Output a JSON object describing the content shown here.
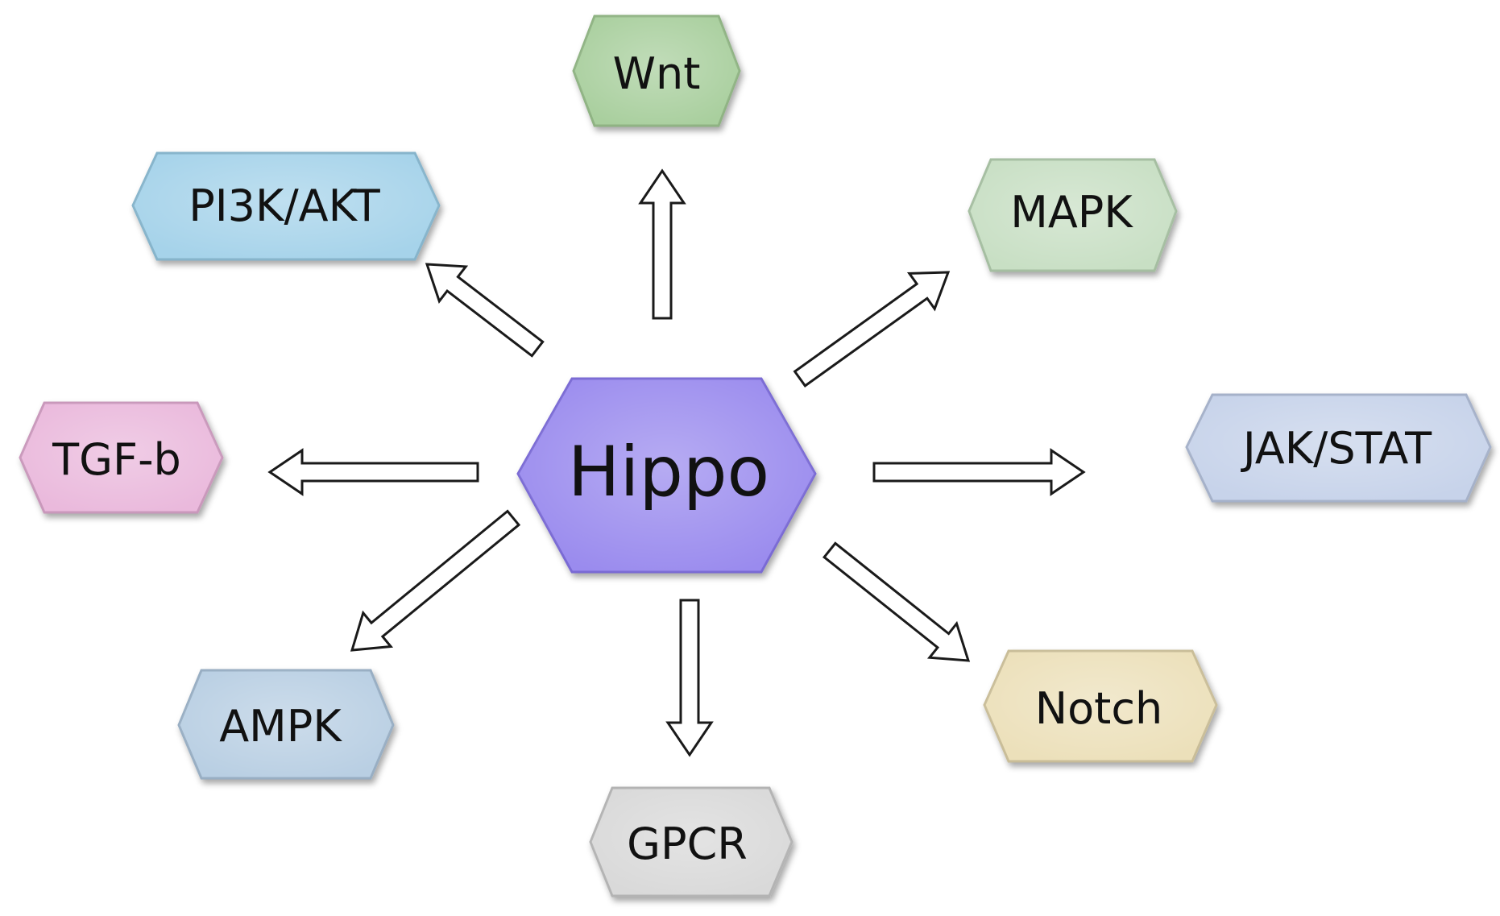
{
  "diagram": {
    "center": {
      "label": "Hippo",
      "fill": "#9a8bee",
      "stroke": "#7a6bd4"
    },
    "nodes": [
      {
        "id": "wnt",
        "label": "Wnt",
        "fill": "#a9cf9e",
        "stroke": "#8fb383"
      },
      {
        "id": "pi3k-akt",
        "label": "PI3K/AKT",
        "fill": "#a6d3ea",
        "stroke": "#86b4cb"
      },
      {
        "id": "mapk",
        "label": "MAPK",
        "fill": "#c8dfc4",
        "stroke": "#a5bea1"
      },
      {
        "id": "tgf-b",
        "label": "TGF-b",
        "fill": "#eab9dc",
        "stroke": "#c998bb"
      },
      {
        "id": "jak-stat",
        "label": "JAK/STAT",
        "fill": "#c7d3ea",
        "stroke": "#a5b1c9"
      },
      {
        "id": "ampk",
        "label": "AMPK",
        "fill": "#b9cfe3",
        "stroke": "#98aec3"
      },
      {
        "id": "notch",
        "label": "Notch",
        "fill": "#ece0ba",
        "stroke": "#c9bd98"
      },
      {
        "id": "gpcr",
        "label": "GPCR",
        "fill": "#d9d9d9",
        "stroke": "#b3b3b3"
      }
    ],
    "edges_from_center_to": [
      "wnt",
      "pi3k-akt",
      "mapk",
      "tgf-b",
      "jak-stat",
      "ampk",
      "notch",
      "gpcr"
    ]
  }
}
